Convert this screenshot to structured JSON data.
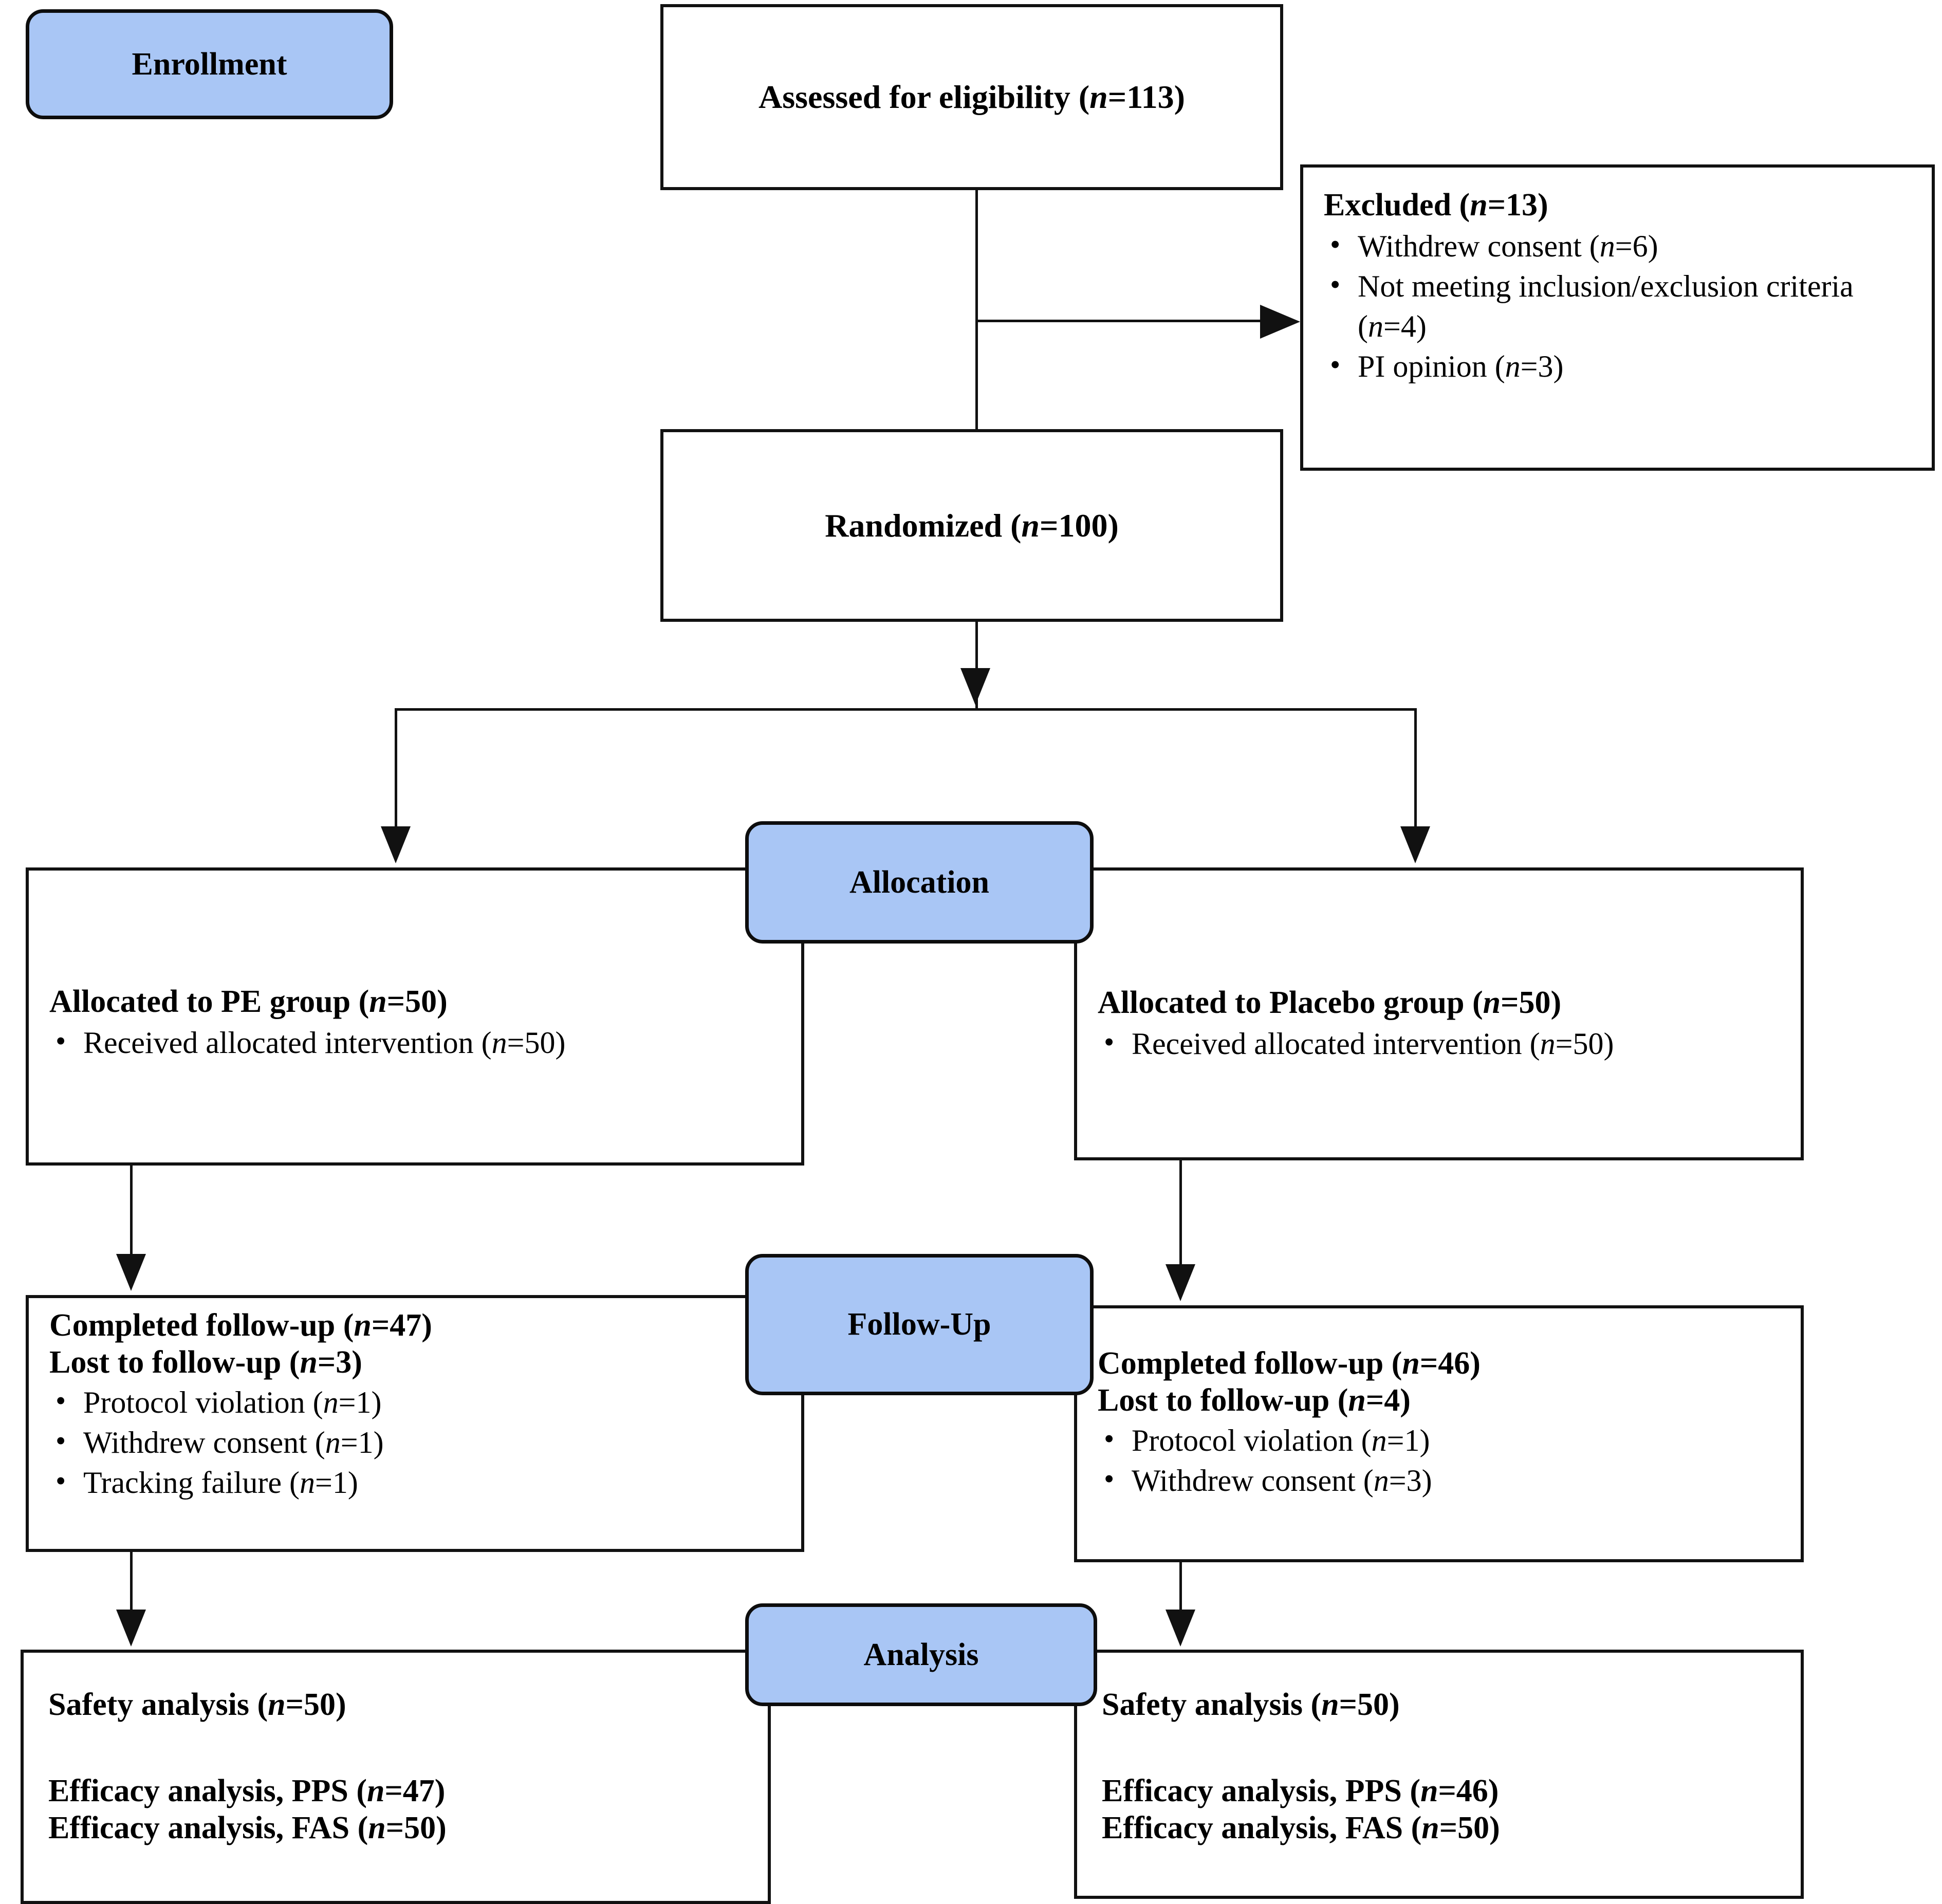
{
  "diagram": {
    "title": "CONSORT participant flow diagram",
    "accent_color": "#a9c6f5",
    "line_color": "#111111",
    "background_color": "#ffffff"
  },
  "stages": {
    "enrollment": "Enrollment",
    "allocation": "Allocation",
    "followup": "Follow-Up",
    "analysis": "Analysis"
  },
  "enrollment": {
    "assessed": {
      "label": "Assessed for eligibility (",
      "n_symbol": "n",
      "n_value": "=113)"
    },
    "excluded": {
      "heading_label": "Excluded (",
      "heading_n": "n",
      "heading_value": "=13)",
      "reasons": [
        {
          "text": "Withdrew consent (",
          "n": "n",
          "value": "=6)"
        },
        {
          "text": "Not meeting inclusion/exclusion criteria (",
          "n": "n",
          "value": "=4)"
        },
        {
          "text": "PI opinion (",
          "n": "n",
          "value": "=3)"
        }
      ]
    },
    "randomized": {
      "label": "Randomized (",
      "n_symbol": "n",
      "n_value": "=100)"
    }
  },
  "allocation": {
    "left": {
      "heading_label": "Allocated to PE group (",
      "heading_n": "n",
      "heading_value": "=50)",
      "items": [
        {
          "text": "Received allocated intervention (",
          "n": "n",
          "value": "=50)"
        }
      ]
    },
    "right": {
      "heading_label": "Allocated to Placebo group (",
      "heading_n": "n",
      "heading_value": "=50)",
      "items": [
        {
          "text": "Received allocated intervention (",
          "n": "n",
          "value": "=50)"
        }
      ]
    }
  },
  "followup": {
    "left": {
      "completed_label": "Completed follow-up (",
      "completed_n": "n",
      "completed_value": "=47)",
      "lost_label": "Lost to follow-up (",
      "lost_n": "n",
      "lost_value": "=3)",
      "items": [
        {
          "text": "Protocol violation (",
          "n": "n",
          "value": "=1)"
        },
        {
          "text": "Withdrew consent (",
          "n": "n",
          "value": "=1)"
        },
        {
          "text": "Tracking failure (",
          "n": "n",
          "value": "=1)"
        }
      ]
    },
    "right": {
      "completed_label": "Completed follow-up (",
      "completed_n": "n",
      "completed_value": "=46)",
      "lost_label": "Lost to follow-up (",
      "lost_n": "n",
      "lost_value": "=4)",
      "items": [
        {
          "text": "Protocol violation (",
          "n": "n",
          "value": "=1)"
        },
        {
          "text": "Withdrew consent (",
          "n": "n",
          "value": "=3)"
        }
      ]
    }
  },
  "analysis": {
    "left": {
      "safety_label": "Safety analysis (",
      "safety_n": "n",
      "safety_value": "=50)",
      "pps_label": "Efficacy analysis, PPS (",
      "pps_n": "n",
      "pps_value": "=47)",
      "fas_label": "Efficacy analysis, FAS (",
      "fas_n": "n",
      "fas_value": "=50)"
    },
    "right": {
      "safety_label": "Safety analysis (",
      "safety_n": "n",
      "safety_value": "=50)",
      "pps_label": "Efficacy analysis, PPS (",
      "pps_n": "n",
      "pps_value": "=46)",
      "fas_label": "Efficacy analysis, FAS (",
      "fas_n": "n",
      "fas_value": "=50)"
    }
  }
}
